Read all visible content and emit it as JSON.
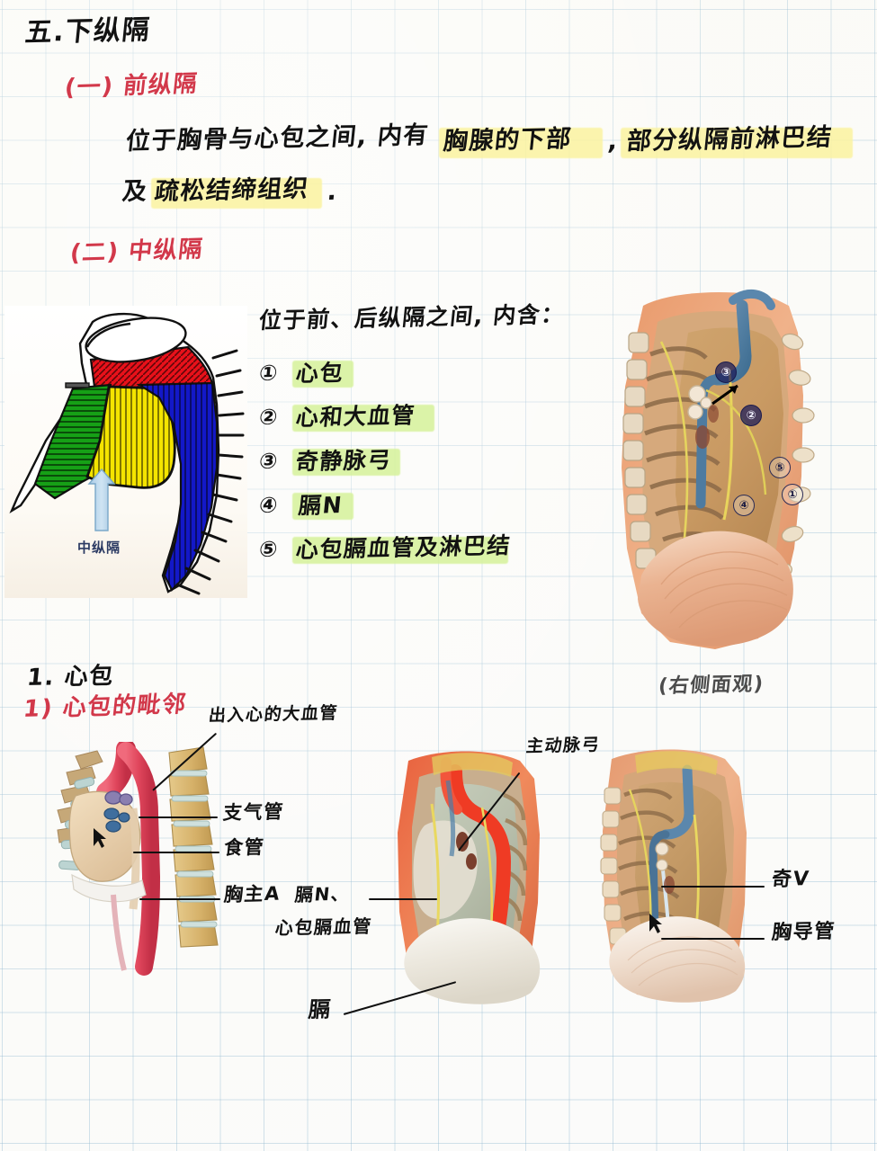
{
  "page": {
    "background": "#fcfcfa",
    "grid_color": "#78aac8",
    "ink_color": "#121212",
    "heading_color": "#d2384a",
    "highlight_yellow": "#fbf3a0",
    "highlight_green": "#d6f29a"
  },
  "notes": {
    "title": "五.下纵隔",
    "section_1": {
      "heading": "(一) 前纵隔",
      "line_1_a": "位于胸骨与心包之间, 内有",
      "line_1_b": "胸腺的下部",
      "line_1_c": ",",
      "line_1_d": "部分纵隔前淋巴结",
      "line_2_a": "及",
      "line_2_b": "疏松结缔组织",
      "line_2_c": "."
    },
    "section_2": {
      "heading": "(二) 中纵隔",
      "intro": "位于前、后纵隔之间, 内含：",
      "items": [
        {
          "num": "①",
          "label": "心包"
        },
        {
          "num": "②",
          "label": "心和大血管"
        },
        {
          "num": "③",
          "label": "奇静脉弓"
        },
        {
          "num": "④",
          "label": "膈N"
        },
        {
          "num": "⑤",
          "label": "心包膈血管及淋巴结"
        }
      ]
    },
    "section_3": {
      "heading": "1. 心包",
      "subheading": "1) 心包的毗邻"
    }
  },
  "figures": {
    "schematic": {
      "name": "mediastinum-color-schematic",
      "arrow_label": "中纵隔",
      "regions": [
        {
          "name": "superior-mediastinum",
          "color": "#e8111a"
        },
        {
          "name": "anterior-mediastinum",
          "color": "#16a016"
        },
        {
          "name": "middle-mediastinum",
          "color": "#f4e400"
        },
        {
          "name": "posterior-mediastinum",
          "color": "#1318c8"
        }
      ]
    },
    "right_lateral": {
      "name": "right-lateral-mediastinum-photo",
      "caption": "(右侧面观)",
      "markers": [
        "③",
        "②",
        "⑤",
        "①",
        "④"
      ]
    },
    "pericardium_sagittal": {
      "name": "pericardium-adjacency-photo",
      "labels": [
        {
          "key": "great-vessels",
          "text": "出入心的大血管"
        },
        {
          "key": "bronchus",
          "text": "支气管"
        },
        {
          "key": "esophagus",
          "text": "食管"
        },
        {
          "key": "thoracic-aorta",
          "text": "胸主A"
        }
      ]
    },
    "left_lateral": {
      "name": "left-lateral-mediastinum-photo",
      "labels": [
        {
          "key": "aortic-arch",
          "text": "主动脉弓"
        },
        {
          "key": "phrenic-nerve",
          "text": "膈N、"
        },
        {
          "key": "pericardiacophrenic-vessels",
          "text": "心包膈血管"
        },
        {
          "key": "diaphragm",
          "text": "膈"
        }
      ]
    },
    "right_lateral_lower": {
      "name": "right-lateral-lower-photo",
      "labels": [
        {
          "key": "azygos-vein",
          "text": "奇V"
        },
        {
          "key": "thoracic-duct",
          "text": "胸导管"
        }
      ]
    }
  }
}
